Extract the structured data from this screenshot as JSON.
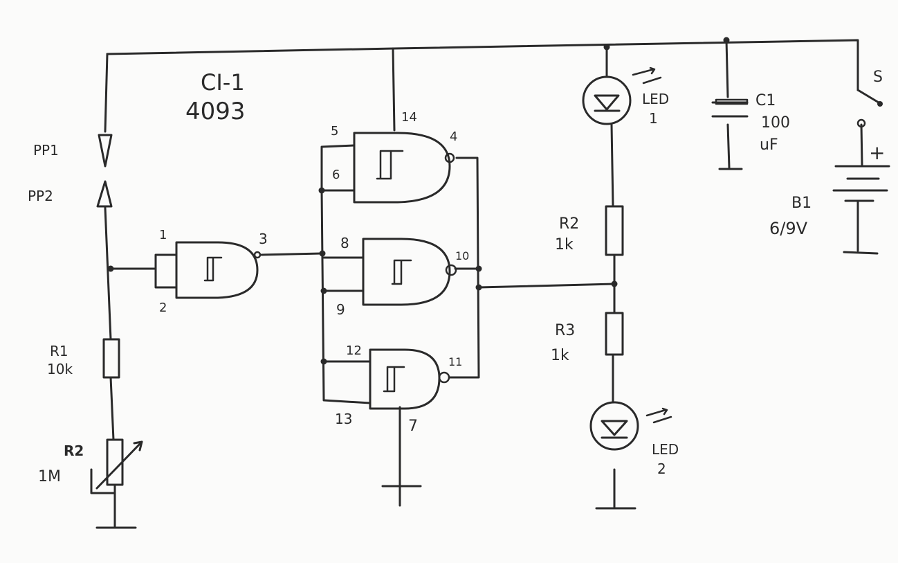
{
  "ic": {
    "name": "CI-1",
    "part": "4093"
  },
  "probes": {
    "pp1": "PP1",
    "pp2": "PP2"
  },
  "resistors": {
    "r1": {
      "name": "R1",
      "value": "10k"
    },
    "r2pot": {
      "name": "R2",
      "value": "1M"
    },
    "r2": {
      "name": "R2",
      "value": "1k"
    },
    "r3": {
      "name": "R3",
      "value": "1k"
    }
  },
  "leds": {
    "led1": {
      "name": "LED",
      "num": "1"
    },
    "led2": {
      "name": "LED",
      "num": "2"
    }
  },
  "capacitor": {
    "name": "C1",
    "value": "100",
    "unit": "uF"
  },
  "battery": {
    "name": "B1",
    "value": "6/9V",
    "plus": "+"
  },
  "switch": {
    "name": "S"
  },
  "pins": {
    "p1": "1",
    "p2": "2",
    "p3": "3",
    "p4": "4",
    "p5": "5",
    "p6": "6",
    "p7": "7",
    "p8": "8",
    "p9": "9",
    "p10": "10",
    "p11": "11",
    "p12": "12",
    "p13": "13",
    "p14": "14"
  }
}
